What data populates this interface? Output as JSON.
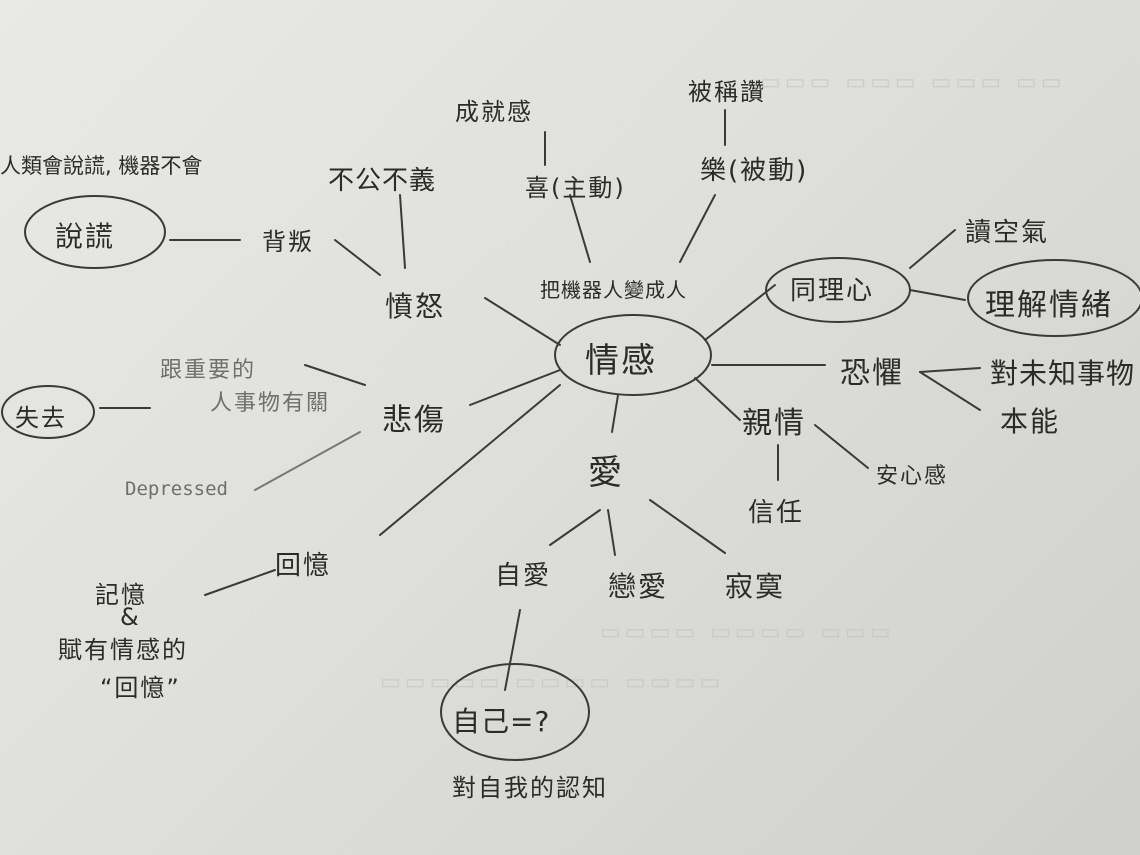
{
  "center": "情感",
  "top_label": "把機器人變成人",
  "nodes": {
    "n1": "喜(主動)",
    "n2": "成就感",
    "n3": "樂(被動)",
    "n4": "被稱讚",
    "n5": "同理心",
    "n6": "讀空氣",
    "n7": "理解情緒",
    "n8": "恐懼",
    "n9": "對未知事物",
    "n10": "本能",
    "n11": "親情",
    "n12": "安心感",
    "n13": "信任",
    "n14": "愛",
    "n15": "自愛",
    "n16": "戀愛",
    "n17": "寂寞",
    "n18": "自己=?",
    "n19": "對自我的認知",
    "n20": "回憶",
    "n21": "記憶",
    "n22": "&",
    "n23": "賦有情感的",
    "n24": "“回憶”",
    "n25": "悲傷",
    "n26": "跟重要的",
    "n27": "人事物有關",
    "n28": "失去",
    "n29": "Depressed",
    "n30": "憤怒",
    "n31": "不公不義",
    "n32": "背叛",
    "n33": "說謊",
    "n34": "人類會說謊, 機器不會"
  }
}
